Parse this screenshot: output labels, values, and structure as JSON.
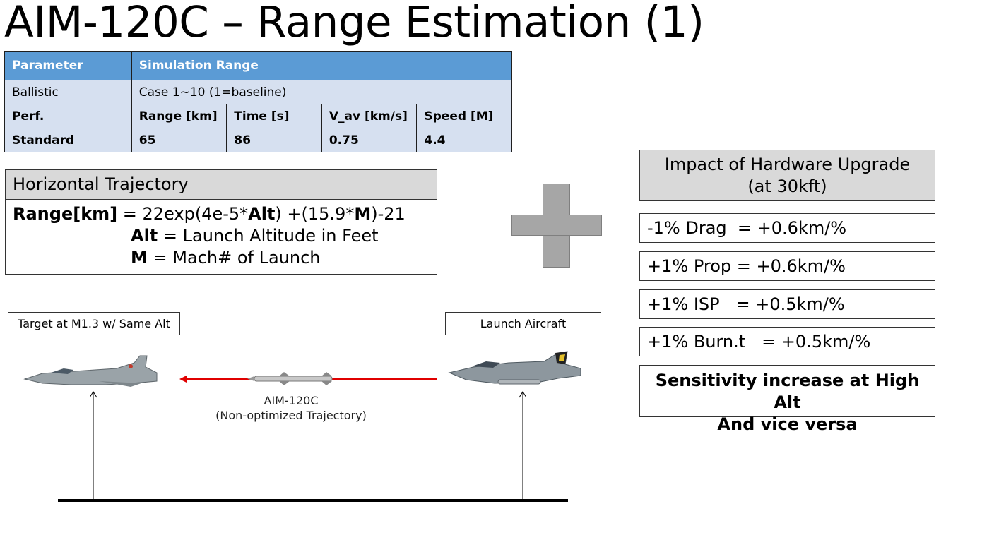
{
  "title": "AIM-120C – Range Estimation (1)",
  "table": {
    "header": [
      "Parameter",
      "Simulation Range"
    ],
    "ballistic": {
      "label": "Ballistic",
      "value": "Case 1~10 (1=baseline)"
    },
    "perf_headers": [
      "Perf.",
      "Range [km]",
      "Time [s]",
      "V_av [km/s]",
      "Speed [M]"
    ],
    "standard_row": [
      "Standard",
      "65",
      "86",
      "0.75",
      "4.4"
    ]
  },
  "trajectory": {
    "heading": "Horizontal Trajectory",
    "range_label": "Range[km]",
    "eq_part1": " = 22exp(4e-5*",
    "alt_bold": "Alt",
    "eq_part2": ") +(15.9*",
    "m_bold": "M",
    "eq_part3": ")-21",
    "alt_def_bold": "Alt",
    "alt_def": " = Launch Altitude in Feet",
    "m_def_bold": "M",
    "m_def": " = Mach# of Launch"
  },
  "impact": {
    "heading_line1": "Impact of Hardware Upgrade",
    "heading_line2": "(at 30kft)",
    "items": [
      "-1% Drag  = +0.6km/%",
      "+1% Prop = +0.6km/%",
      "+1% ISP   = +0.5km/%",
      "+1% Burn.t   = +0.5km/%"
    ],
    "sensitivity_line1": "Sensitivity increase at High Alt",
    "sensitivity_line2": "And vice versa"
  },
  "diagram": {
    "target_label": "Target at M1.3 w/ Same Alt",
    "launch_label": "Launch Aircraft",
    "missile_name": "AIM-120C",
    "missile_note": "(Non-optimized Trajectory)"
  },
  "colors": {
    "table_header": "#5b9bd5",
    "table_cell": "#d6e0f0",
    "box_header": "#d9d9d9",
    "plus": "#a6a6a6",
    "arrow": "#e00000"
  }
}
